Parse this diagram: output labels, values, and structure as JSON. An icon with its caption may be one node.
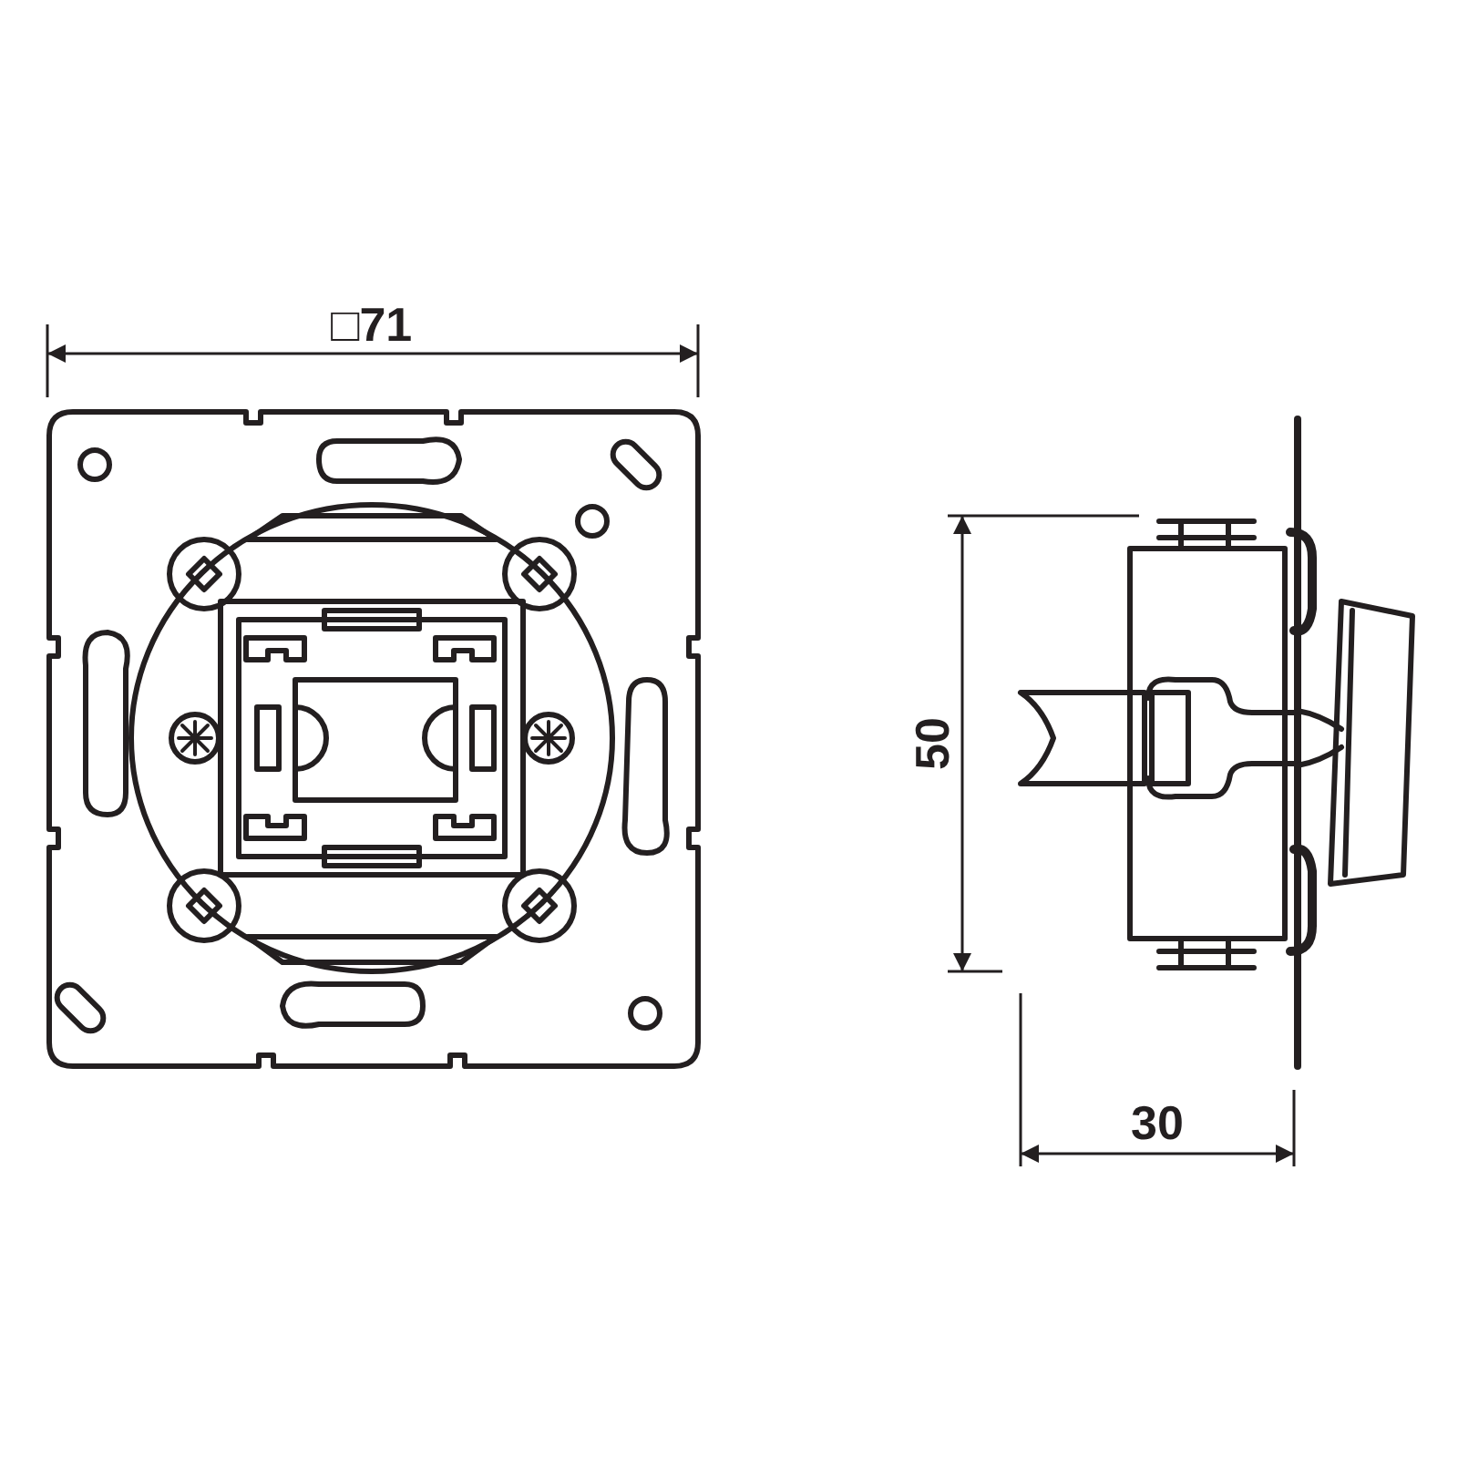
{
  "diagram": {
    "labels": [
      "□71",
      "50",
      "30"
    ]
  }
}
